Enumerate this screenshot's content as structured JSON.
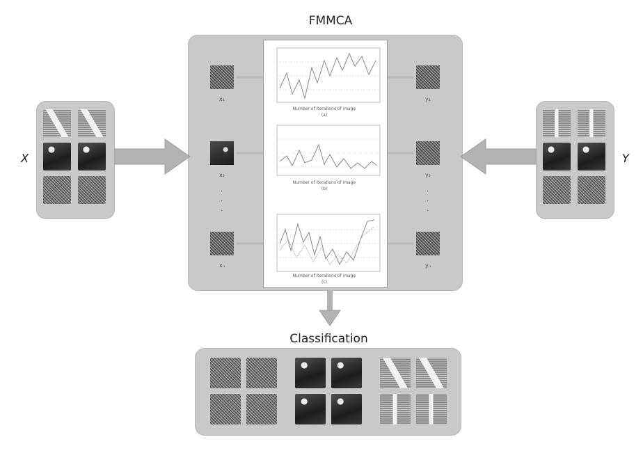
{
  "title_top": "FMMCA",
  "title_bottom": "Classification",
  "input_left": {
    "label": "X"
  },
  "input_right": {
    "label": "Y"
  },
  "left_labels": [
    "x₁",
    "x₂",
    "xₙ"
  ],
  "right_labels": [
    "y₁",
    "y₂",
    "yₙ"
  ],
  "plot_xlabel": "Number of iterations of image",
  "plot_captions": [
    "(a)",
    "(b)",
    "(c)"
  ],
  "colors": {
    "panel": "#c9c9c9",
    "arrow": "#b3b3b3",
    "line": "#b8b8b8"
  }
}
